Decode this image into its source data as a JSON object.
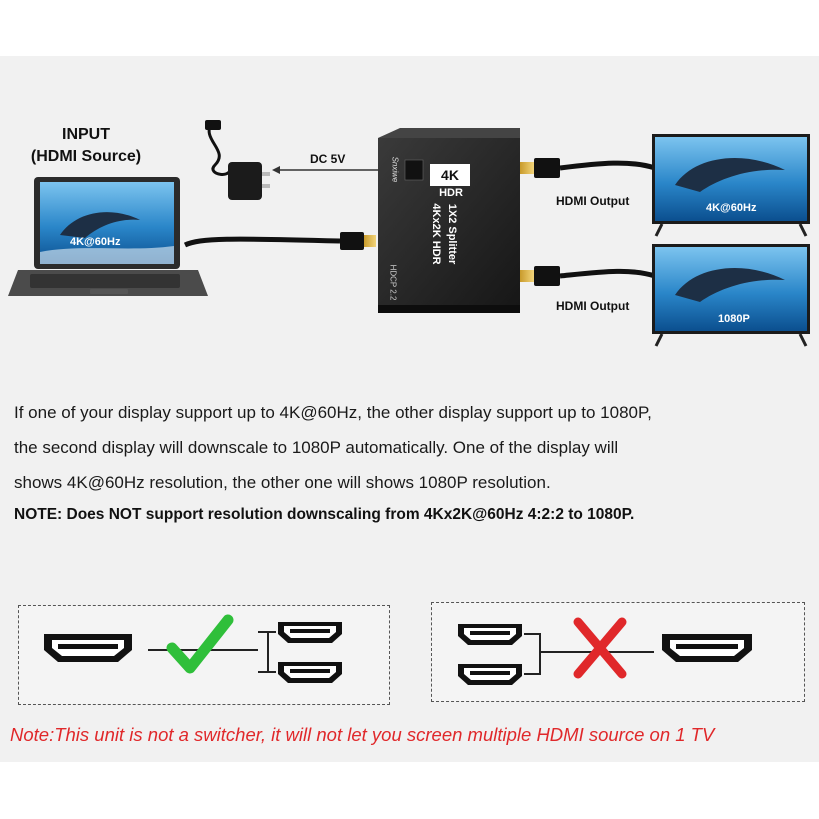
{
  "diagram": {
    "input_label_line1": "INPUT",
    "input_label_line2": "(HDMI Source)",
    "power_label": "DC 5V",
    "output_label_top": "HDMI Output",
    "output_label_bottom": "HDMI Output",
    "laptop_screen_text": "4K@60Hz",
    "tv_top_screen_text": "4K@60Hz",
    "tv_bottom_screen_text": "1080P",
    "device_badge": "4K",
    "device_hdr": "HDR",
    "device_line1": "1X2 Splitter",
    "device_line2": "4Kx2K HDR",
    "device_hdcp": "HDCP 2.2",
    "device_brand": "Snxiwe"
  },
  "description": {
    "line1": "If one of your display support up to 4K@60Hz, the other display support up to 1080P,",
    "line2": "the second display will downscale to 1080P automatically. One of the display will",
    "line3": "shows 4K@60Hz resolution, the other one will shows 1080P resolution."
  },
  "note": "NOTE: Does NOT support resolution downscaling from 4Kx2K@60Hz 4:2:2 to 1080P.",
  "footer_note": "Note:This unit is not a switcher, it will not let you screen multiple HDMI source on 1 TV",
  "colors": {
    "check": "#2fbf3a",
    "cross": "#e0282a",
    "footer_text": "#e0282a"
  }
}
